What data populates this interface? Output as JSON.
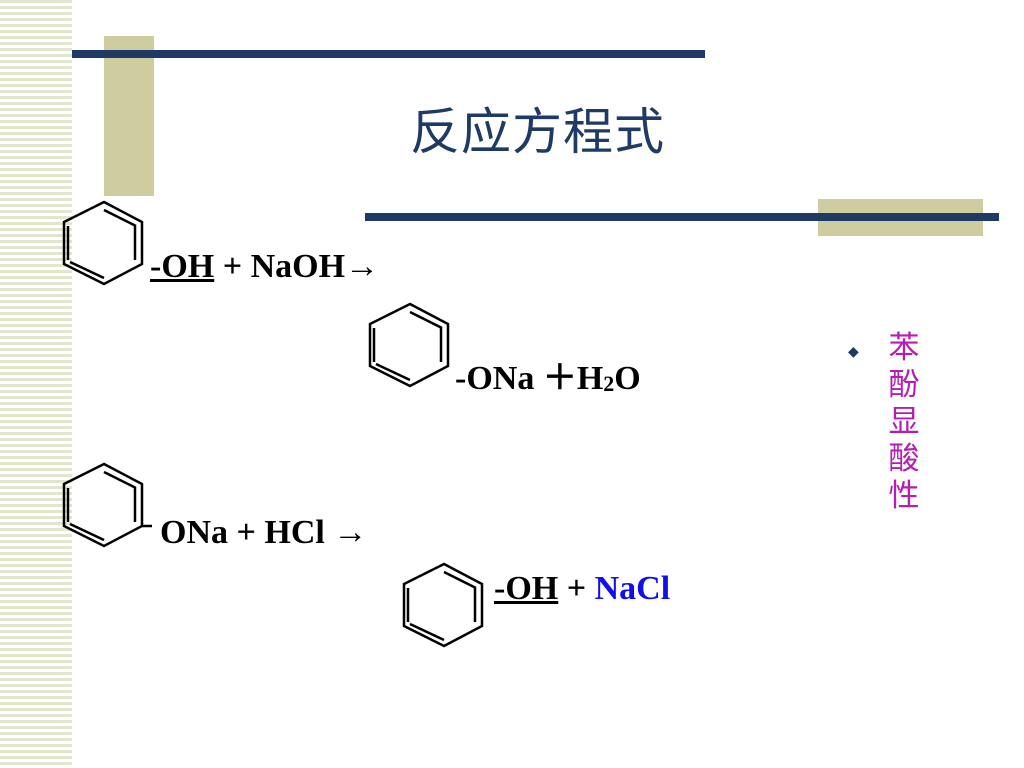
{
  "slide": {
    "title": "反应方程式",
    "side_note": [
      "苯",
      "酚",
      "显",
      "酸",
      "性"
    ]
  },
  "equations": {
    "eq1_line1": {
      "group": "-OH",
      "rest": " + NaOH→"
    },
    "eq1_line2": {
      "text": "-ONa ＋H",
      "sub": "2",
      "tail": "O"
    },
    "eq2_line1": {
      "text": "ONa + HCl →"
    },
    "eq2_line2": {
      "group": "-OH",
      "plus": " + ",
      "salt": "NaCl"
    }
  },
  "colors": {
    "navy": "#1f3a64",
    "khaki": "#cfcca0",
    "purple": "#b21fb2",
    "blue": "#1010ee"
  },
  "icons": [
    "benzene-ring-icon",
    "bullet-diamond-icon"
  ]
}
